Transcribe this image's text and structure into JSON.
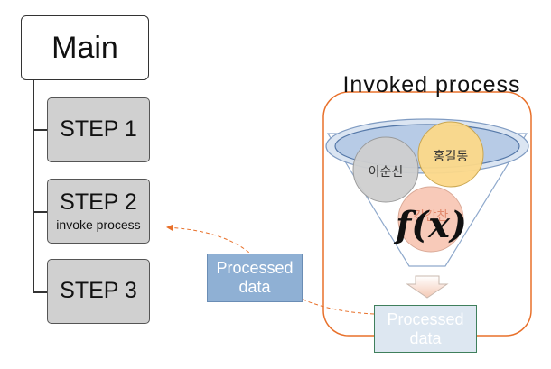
{
  "main": {
    "label": "Main"
  },
  "steps": [
    {
      "label": "STEP 1",
      "sub": ""
    },
    {
      "label": "STEP 2",
      "sub": "invoke process"
    },
    {
      "label": "STEP 3",
      "sub": ""
    }
  ],
  "invoked": {
    "title": "Invoked process",
    "person_a": "이순신",
    "person_b": "홍길동",
    "person_c": "강감찬",
    "function_symbol": "f(x)"
  },
  "processed_left": {
    "line1": "Processed",
    "line2": "data"
  },
  "processed_right": {
    "line1": "Processed",
    "line2": "data"
  },
  "colors": {
    "orange": "#e8702a",
    "funnel_blue": "#b7cbe6",
    "person_a": "#cfcfcf",
    "person_b": "#fcd98a",
    "person_c": "#f8c8b6"
  }
}
